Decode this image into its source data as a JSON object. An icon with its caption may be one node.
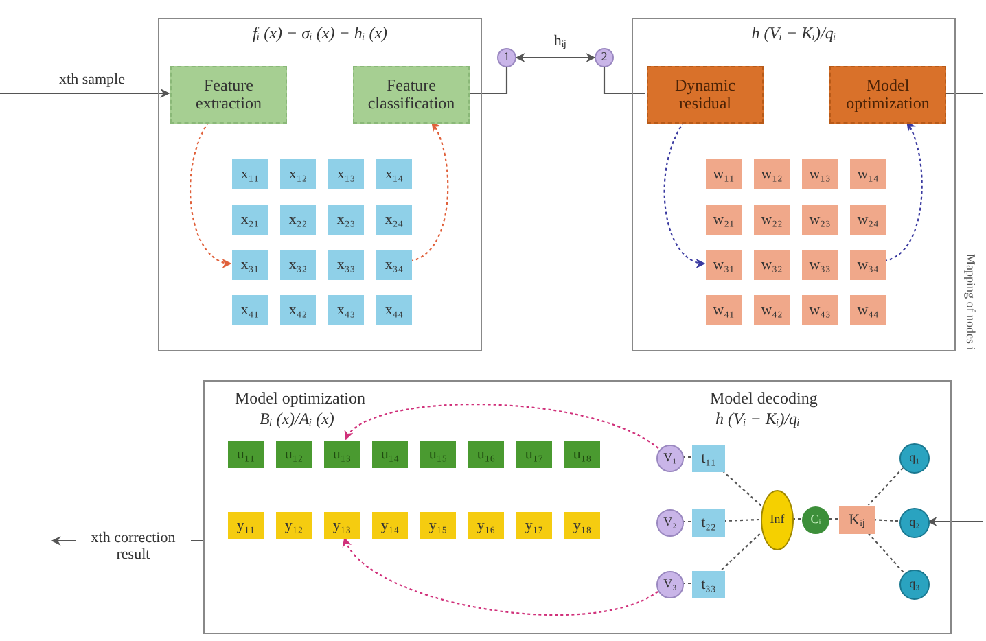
{
  "diagram": {
    "nodes": [
      {
        "text": [
          "fᵢ (x) − σᵢ (x) − hᵢ (x)"
        ]
      },
      {
        "text": [
          "Feature extraction"
        ],
        "in": 0
      },
      {
        "text": [
          "Feature classification"
        ],
        "in": 0
      },
      {
        "text": [
          "x₁₁"
        ],
        "in": 0
      },
      {
        "text": [
          "x₁₂"
        ],
        "in": 0
      },
      {
        "text": [
          "x₁₃"
        ],
        "in": 0
      },
      {
        "text": [
          "x₁₄"
        ],
        "in": 0
      },
      {
        "text": [
          "x₂₁"
        ],
        "in": 0
      },
      {
        "text": [
          "x₂₂"
        ],
        "in": 0
      },
      {
        "text": [
          "x₂₃"
        ],
        "in": 0
      },
      {
        "text": [
          "x₂₄"
        ],
        "in": 0
      },
      {
        "text": [
          "x₃₁"
        ],
        "in": 0
      },
      {
        "text": [
          "x₃₂"
        ],
        "in": 0
      },
      {
        "text": [
          "x₃₃"
        ],
        "in": 0
      },
      {
        "text": [
          "x₃₄"
        ],
        "in": 0
      },
      {
        "text": [
          "x₄₁"
        ],
        "in": 0
      },
      {
        "text": [
          "x₄₂"
        ],
        "in": 0
      },
      {
        "text": [
          "x₄₃"
        ],
        "in": 0
      },
      {
        "text": [
          "x₄₄"
        ],
        "in": 0
      },
      {
        "text": [
          "1"
        ]
      },
      {
        "text": [
          "2"
        ]
      },
      {
        "text": [
          "h (Vᵢ − Kᵢ)/qᵢ"
        ]
      },
      {
        "text": [
          "Dynamic residual"
        ],
        "in": 21
      },
      {
        "text": [
          "Model optimization"
        ],
        "in": 21
      },
      {
        "text": [
          "w₁₁"
        ],
        "in": 21
      },
      {
        "text": [
          "w₁₂"
        ],
        "in": 21
      },
      {
        "text": [
          "w₁₃"
        ],
        "in": 21
      },
      {
        "text": [
          "w₁₄"
        ],
        "in": 21
      },
      {
        "text": [
          "w₂₁"
        ],
        "in": 21
      },
      {
        "text": [
          "w₂₂"
        ],
        "in": 21
      },
      {
        "text": [
          "w₂₃"
        ],
        "in": 21
      },
      {
        "text": [
          "w₂₄"
        ],
        "in": 21
      },
      {
        "text": [
          "w₃₁"
        ],
        "in": 21
      },
      {
        "text": [
          "w₃₂"
        ],
        "in": 21
      },
      {
        "text": [
          "w₃₃"
        ],
        "in": 21
      },
      {
        "text": [
          "w₃₄"
        ],
        "in": 21
      },
      {
        "text": [
          "w₄₁"
        ],
        "in": 21
      },
      {
        "text": [
          "w₄₂"
        ],
        "in": 21
      },
      {
        "text": [
          "w₄₃"
        ],
        "in": 21
      },
      {
        "text": [
          "w₄₄"
        ],
        "in": 21
      },
      {
        "text": [
          "Model optimization",
          "Bᵢ (x)/Aᵢ (x)",
          "Model decoding",
          "h (Vᵢ − Kᵢ)/qᵢ"
        ]
      },
      {
        "text": [
          "u₁₁"
        ],
        "in": 40
      },
      {
        "text": [
          "u₁₂"
        ],
        "in": 40
      },
      {
        "text": [
          "u₁₃"
        ],
        "in": 40
      },
      {
        "text": [
          "u₁₄"
        ],
        "in": 40
      },
      {
        "text": [
          "u₁₅"
        ],
        "in": 40
      },
      {
        "text": [
          "u₁₆"
        ],
        "in": 40
      },
      {
        "text": [
          "u₁₇"
        ],
        "in": 40
      },
      {
        "text": [
          "u₁₈"
        ],
        "in": 40
      },
      {
        "text": [
          "y₁₁"
        ],
        "in": 40
      },
      {
        "text": [
          "y₁₂"
        ],
        "in": 40
      },
      {
        "text": [
          "y₁₃"
        ],
        "in": 40
      },
      {
        "text": [
          "y₁₄"
        ],
        "in": 40
      },
      {
        "text": [
          "y₁₅"
        ],
        "in": 40
      },
      {
        "text": [
          "y₁₆"
        ],
        "in": 40
      },
      {
        "text": [
          "y₁₇"
        ],
        "in": 40
      },
      {
        "text": [
          "y₁₈"
        ],
        "in": 40
      },
      {
        "text": [
          "V₁"
        ],
        "in": 40
      },
      {
        "text": [
          "V₂"
        ],
        "in": 40
      },
      {
        "text": [
          "V₃"
        ],
        "in": 40
      },
      {
        "text": [
          "t₁₁"
        ],
        "in": 40
      },
      {
        "text": [
          "t₂₂"
        ],
        "in": 40
      },
      {
        "text": [
          "t₃₃"
        ],
        "in": 40
      },
      {
        "text": [
          "Inf"
        ],
        "in": 40
      },
      {
        "text": [
          "Cᵢ"
        ],
        "in": 40
      },
      {
        "text": [
          "Kᵢⱼ"
        ],
        "in": 40
      },
      {
        "text": [
          "q₁"
        ],
        "in": 40
      },
      {
        "text": [
          "q₂"
        ],
        "in": 40
      },
      {
        "text": [
          "q₃"
        ],
        "in": 40
      }
    ],
    "edges": [
      {
        "from": null,
        "to": 1,
        "label": "xth sample",
        "arrow": "to"
      },
      {
        "from": 1,
        "to": 11,
        "arrow": "to",
        "style": "dashed",
        "color": "#e0603a"
      },
      {
        "from": 14,
        "to": 2,
        "arrow": "to",
        "style": "dashed",
        "color": "#e0603a"
      },
      {
        "from": 2,
        "to": 19,
        "arrow": "none"
      },
      {
        "from": 19,
        "to": 20,
        "label": "hᵢⱼ",
        "arrow": "both"
      },
      {
        "from": 20,
        "to": 22,
        "arrow": "none"
      },
      {
        "from": 22,
        "to": 32,
        "arrow": "to",
        "style": "dashed",
        "color": "#3a3aa0"
      },
      {
        "from": 35,
        "to": 23,
        "arrow": "to",
        "style": "dashed",
        "color": "#3a3aa0"
      },
      {
        "from": 23,
        "to": null,
        "arrow": "none"
      },
      {
        "from": null,
        "to": 67,
        "arrow": "to"
      },
      {
        "from": 66,
        "to": 65,
        "arrow": "none",
        "style": "dashed"
      },
      {
        "from": 67,
        "to": 65,
        "arrow": "none",
        "style": "dashed"
      },
      {
        "from": 68,
        "to": 65,
        "arrow": "none",
        "style": "dashed"
      },
      {
        "from": 65,
        "to": 64,
        "arrow": "none",
        "style": "dashed"
      },
      {
        "from": 64,
        "to": 63,
        "arrow": "none",
        "style": "dashed"
      },
      {
        "from": 60,
        "to": 63,
        "arrow": "none",
        "style": "dashed"
      },
      {
        "from": 61,
        "to": 63,
        "arrow": "none",
        "style": "dashed"
      },
      {
        "from": 62,
        "to": 63,
        "arrow": "none",
        "style": "dashed"
      },
      {
        "from": 57,
        "to": 60,
        "arrow": "none",
        "style": "dashed"
      },
      {
        "from": 58,
        "to": 61,
        "arrow": "none",
        "style": "dashed"
      },
      {
        "from": 59,
        "to": 62,
        "arrow": "none",
        "style": "dashed"
      },
      {
        "from": 57,
        "to": 43,
        "arrow": "to",
        "style": "dashed",
        "color": "#d0307a"
      },
      {
        "from": 59,
        "to": 51,
        "arrow": "to",
        "style": "dashed",
        "color": "#d0307a"
      },
      {
        "from": 40,
        "to": null,
        "label": "xth correction result",
        "arrow": "to"
      }
    ],
    "labels": [
      "Mapping of nodes i"
    ]
  }
}
